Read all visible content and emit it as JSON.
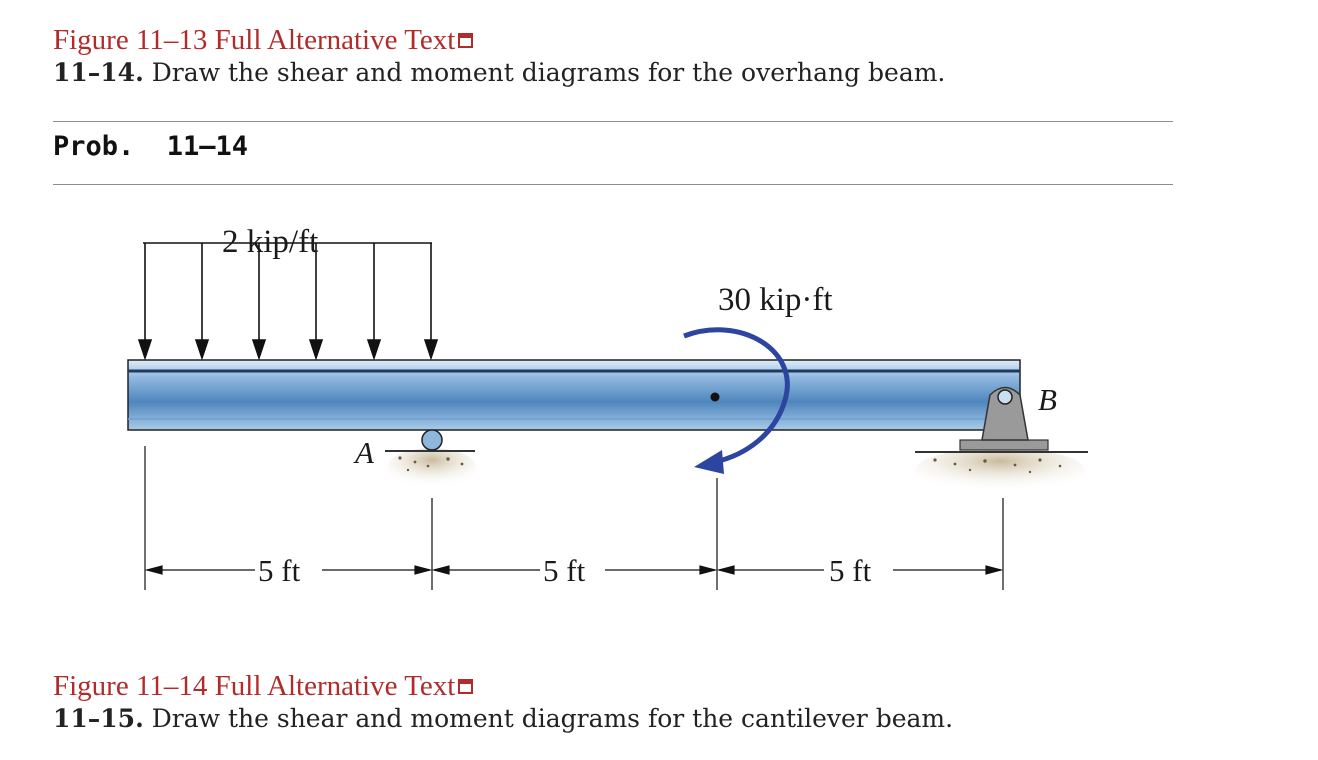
{
  "fig13_link": "Figure 11–13 Full Alternative Text",
  "prob_11_14": {
    "number": "11–14.",
    "text": " Draw the shear and moment diagrams for the overhang beam."
  },
  "prob_label": "Prob.  11–14",
  "figure": {
    "load_label": "2 kip/ft",
    "moment_label": "30 kip·ft",
    "support_a": "A",
    "support_b": "B",
    "dims": [
      "5 ft",
      "5 ft",
      "5 ft"
    ]
  },
  "fig14_link": "Figure 11–14 Full Alternative Text",
  "prob_11_15": {
    "number": "11–15.",
    "text": " Draw the shear and moment diagrams for the cantilever beam."
  },
  "colors": {
    "link": "#b22b2b",
    "beam": "#5a8fc2",
    "moment_arrow": "#2b45a0"
  }
}
